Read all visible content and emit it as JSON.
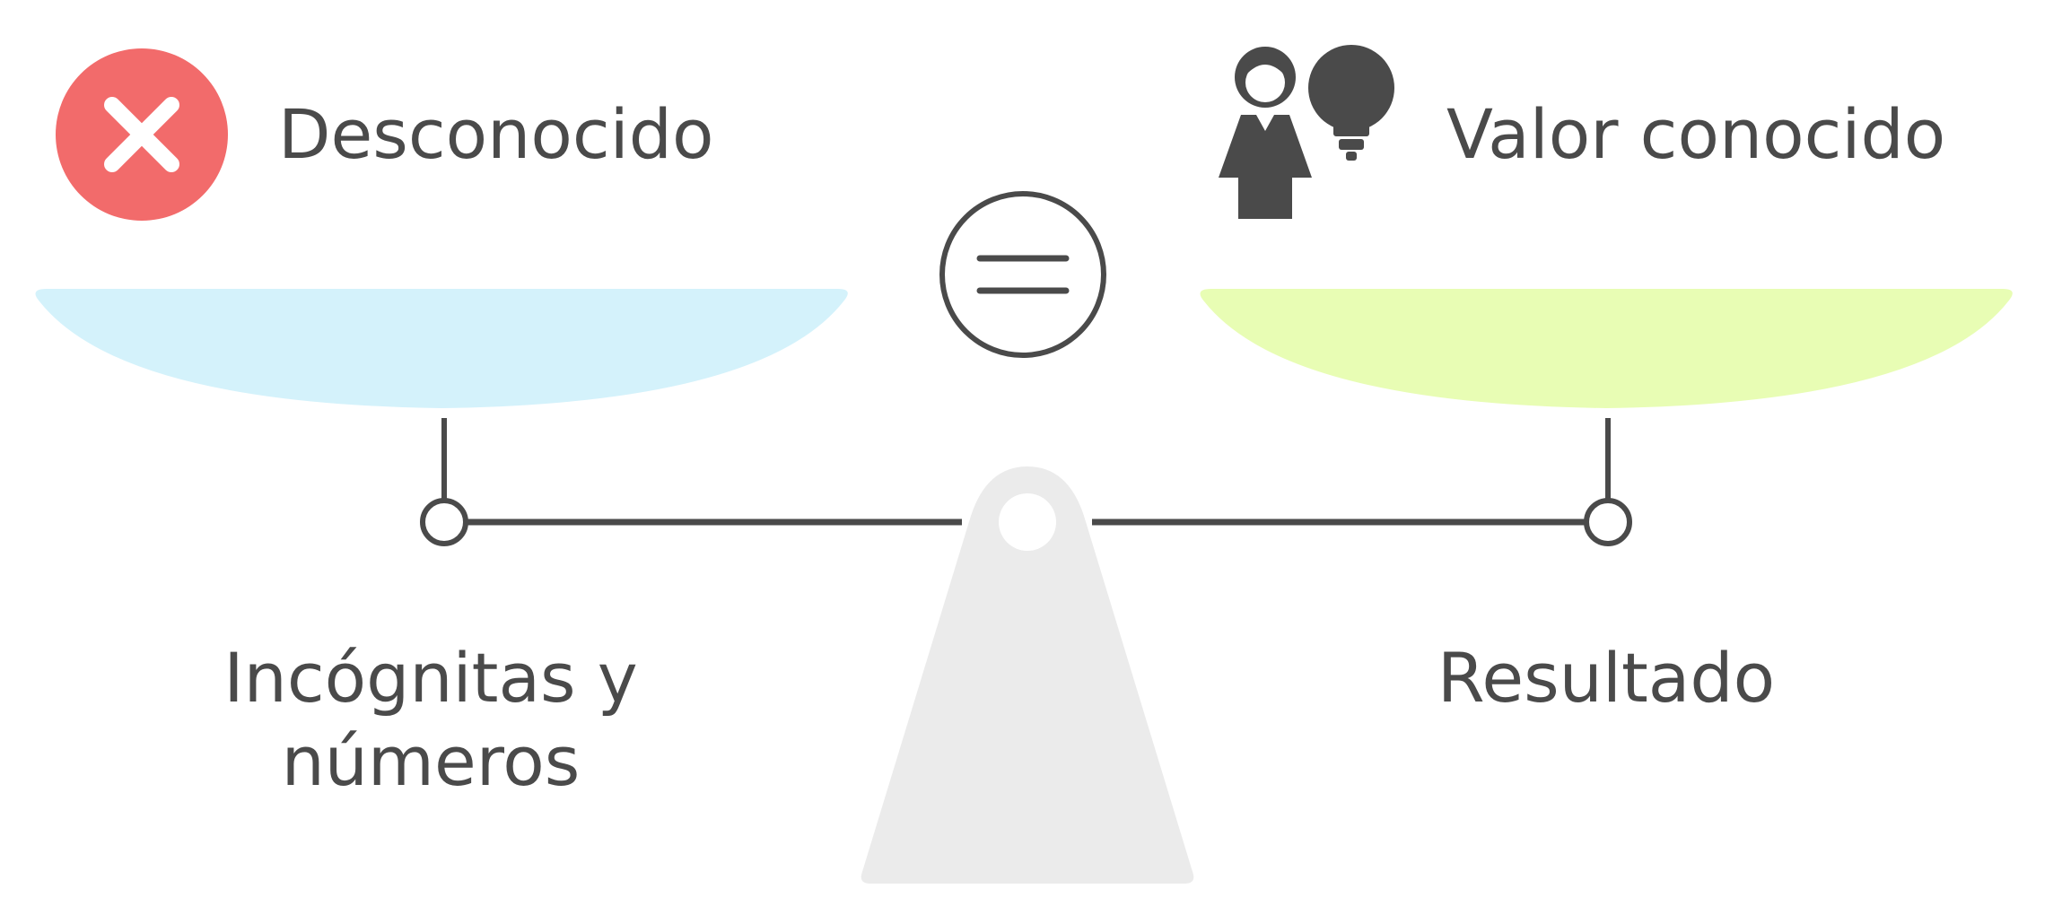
{
  "left_side": {
    "header": "Desconocido",
    "bottom_label": "Incógnitas y números",
    "icon": "close-icon",
    "icon_color": "#f26b6b",
    "pan_color": "#d4f2fb"
  },
  "right_side": {
    "header": "Valor conocido",
    "bottom_label": "Resultado",
    "icon": "person-lightbulb-icon",
    "pan_color": "#e8fdb4"
  },
  "center": {
    "icon": "equals-icon"
  },
  "colors": {
    "stroke": "#4a4a4a",
    "fulcrum": "#ebebeb"
  }
}
